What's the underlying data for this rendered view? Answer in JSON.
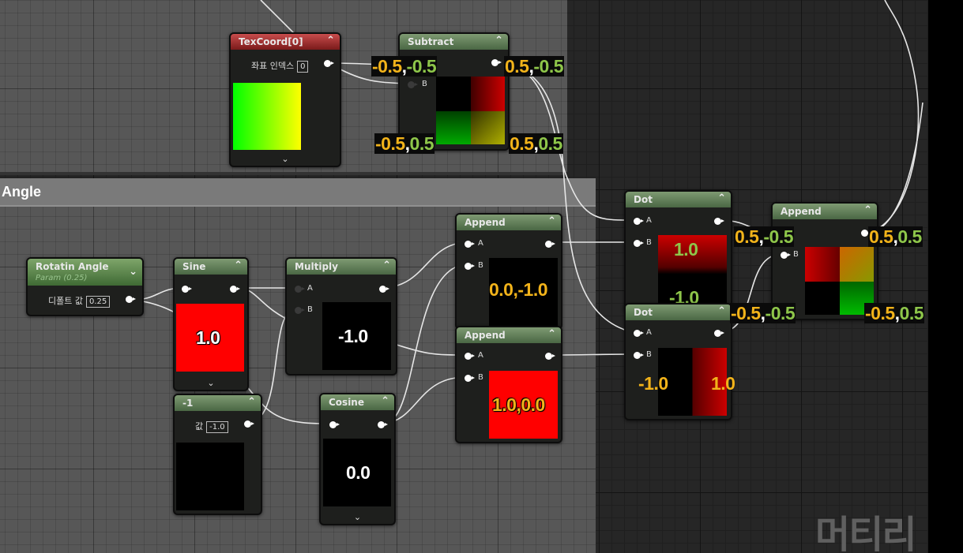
{
  "comments": {
    "top": "",
    "angle": "Angle"
  },
  "nodes": {
    "texcoord": {
      "title": "TexCoord[0]",
      "index_label": "좌표 인덱스",
      "index_value": "0"
    },
    "subtract": {
      "title": "Subtract",
      "pin_b": "B"
    },
    "rotation": {
      "title": "Rotatin Angle",
      "subtitle": "Param (0.25)",
      "default_label": "디폴트 값",
      "default_value": "0.25"
    },
    "sine": {
      "title": "Sine",
      "preview_value": "1.0"
    },
    "multiply": {
      "title": "Multiply",
      "pin_a": "A",
      "pin_b": "B",
      "preview_value": "-1.0"
    },
    "neg_one": {
      "title": "-1",
      "value_label": "값",
      "value": "-1.0"
    },
    "cosine": {
      "title": "Cosine",
      "preview_value": "0.0"
    },
    "append_top": {
      "title": "Append",
      "pin_a": "A",
      "pin_b": "B",
      "preview_value": "0.0,-1.0"
    },
    "append_bottom": {
      "title": "Append",
      "pin_a": "A",
      "pin_b": "B",
      "preview_value": "1.0,0.0"
    },
    "dot_top": {
      "title": "Dot",
      "pin_a": "A",
      "pin_b": "B",
      "preview_top": "1.0",
      "preview_bottom": "-1.0"
    },
    "dot_bottom": {
      "title": "Dot",
      "pin_a": "A",
      "pin_b": "B",
      "preview_left": "-1.0",
      "preview_right": "1.0"
    },
    "append_final": {
      "title": "Append",
      "pin_b": "B"
    }
  },
  "overlays": {
    "sub_in_a": [
      "-0.5",
      "-0.5"
    ],
    "sub_out_tr": [
      "0.5",
      "-0.5"
    ],
    "sub_bl": [
      "-0.5",
      "0.5"
    ],
    "sub_br": [
      "0.5",
      "0.5"
    ],
    "fin_in_a": [
      "0.5",
      "-0.5"
    ],
    "fin_out_tr": [
      "0.5",
      "0.5"
    ],
    "dot_out": [
      "-0.5",
      "-0.5"
    ],
    "fin_br": [
      "-0.5",
      "0.5"
    ]
  },
  "watermark": "머티리",
  "colors": {
    "x_value": "#f2b31a",
    "y_value": "#8ec64a",
    "node_header": "#5a7a50",
    "texcoord_header": "#a02a2a"
  }
}
